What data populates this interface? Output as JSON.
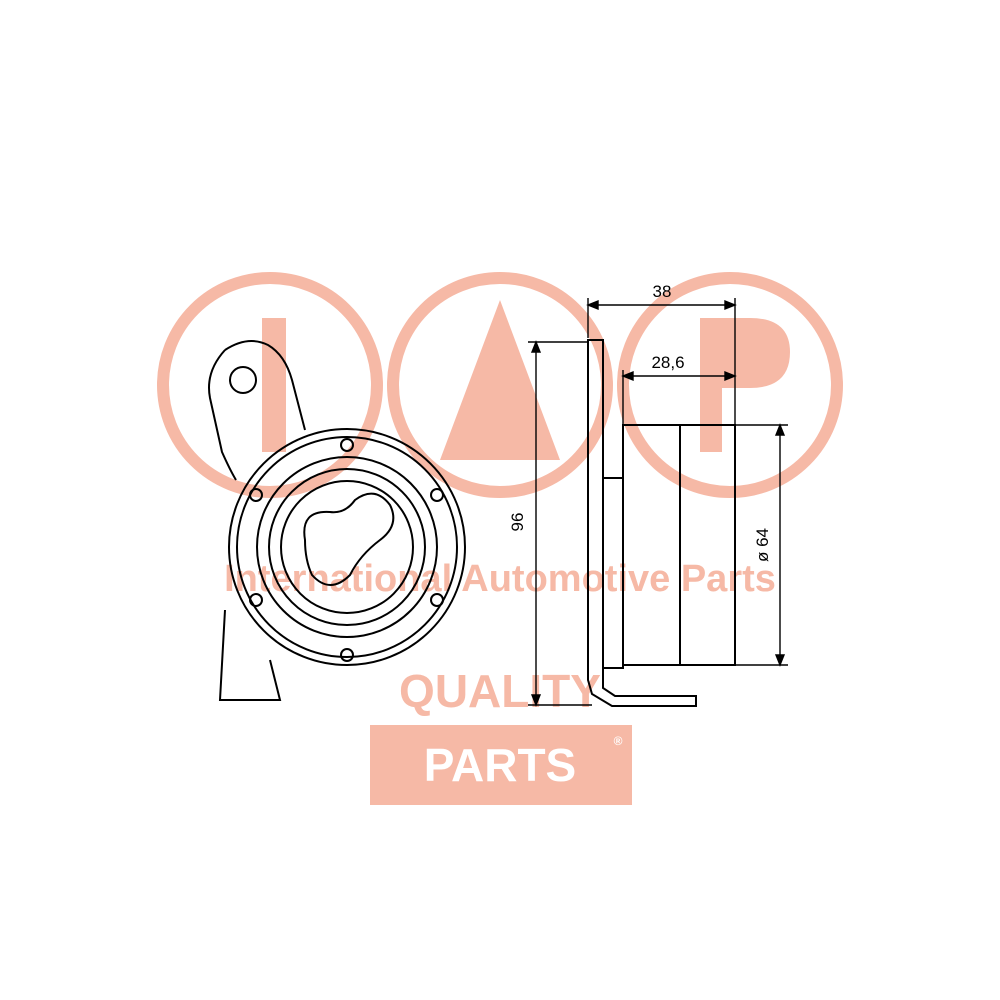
{
  "watermark": {
    "logo_letters": "IAP",
    "tagline": "International Automotive Parts",
    "badge_line1": "QUALITY",
    "badge_line2": "PARTS",
    "registered_mark": "®",
    "color": "#f6b9a6"
  },
  "drawing": {
    "dim_width_total": "38",
    "dim_width_pulley": "28,6",
    "dim_height": "96",
    "dim_diameter": "ø 64",
    "line_color": "#000000"
  }
}
